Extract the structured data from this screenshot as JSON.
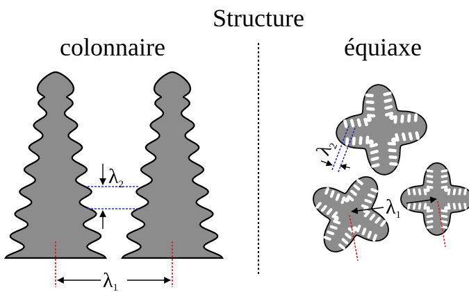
{
  "title": "Structure",
  "left": {
    "heading": "colonnaire",
    "spacing_secondary": {
      "symbol": "λ",
      "subscript": "2"
    },
    "spacing_primary": {
      "symbol": "λ",
      "subscript": "1"
    }
  },
  "right": {
    "heading": "équiaxe",
    "spacing_secondary": {
      "symbol": "λ",
      "subscript": "2"
    },
    "spacing_primary": {
      "symbol": "λ",
      "subscript": "1"
    }
  },
  "colors": {
    "dendrite_fill": "#8c8c8c",
    "outline": "#000000",
    "secondary_spacing_line": "#1f2fbf",
    "growth_axis_line": "#d42020",
    "separator": "#000000"
  }
}
